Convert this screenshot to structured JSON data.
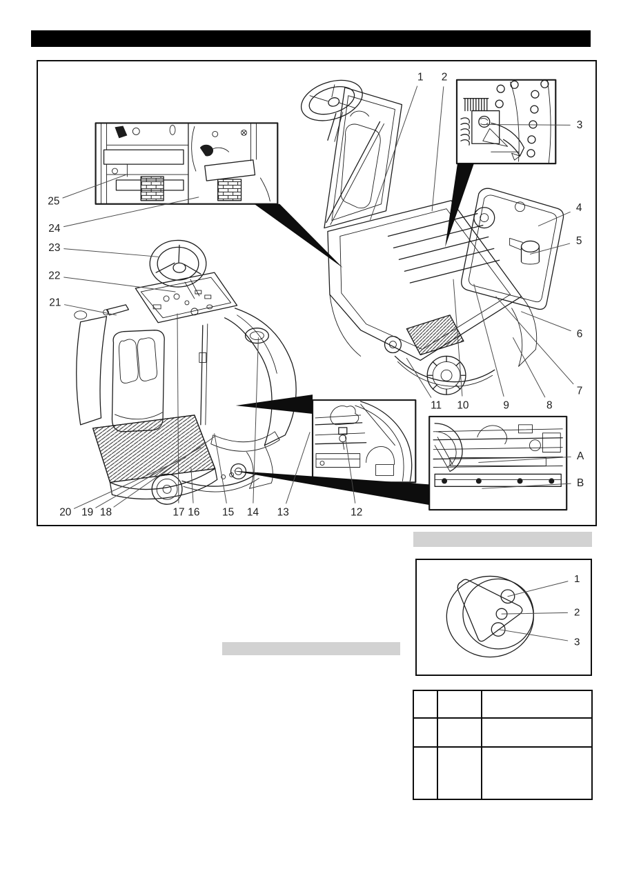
{
  "page": {
    "type": "scanned-manual-page",
    "title_bar_text": "",
    "colors": {
      "title_bar": "#000000",
      "heading_placeholder": "#d2d2d2",
      "line_art": "#1c1c1c",
      "background": "#ffffff"
    }
  },
  "figure1": {
    "description": "machine-overview-diagram",
    "callouts": [
      {
        "id": "c1",
        "label": "1"
      },
      {
        "id": "c2",
        "label": "2"
      },
      {
        "id": "c3",
        "label": "3"
      },
      {
        "id": "c4",
        "label": "4"
      },
      {
        "id": "c5",
        "label": "5"
      },
      {
        "id": "c6",
        "label": "6"
      },
      {
        "id": "c7",
        "label": "7"
      },
      {
        "id": "c8",
        "label": "8"
      },
      {
        "id": "c9",
        "label": "9"
      },
      {
        "id": "c10",
        "label": "10"
      },
      {
        "id": "c11",
        "label": "11"
      },
      {
        "id": "c12",
        "label": "12"
      },
      {
        "id": "c13",
        "label": "13"
      },
      {
        "id": "c14",
        "label": "14"
      },
      {
        "id": "c15",
        "label": "15"
      },
      {
        "id": "c16",
        "label": "16"
      },
      {
        "id": "c17",
        "label": "17"
      },
      {
        "id": "c18",
        "label": "18"
      },
      {
        "id": "c19",
        "label": "19"
      },
      {
        "id": "c20",
        "label": "20"
      },
      {
        "id": "c21",
        "label": "21"
      },
      {
        "id": "c22",
        "label": "22"
      },
      {
        "id": "c23",
        "label": "23"
      },
      {
        "id": "c24",
        "label": "24"
      },
      {
        "id": "c25",
        "label": "25"
      },
      {
        "id": "cA",
        "label": "A"
      },
      {
        "id": "cB",
        "label": "B"
      }
    ]
  },
  "figure2": {
    "description": "tank-coupling-detail-diagram",
    "callouts": [
      {
        "id": "k1",
        "label": "1"
      },
      {
        "id": "k2",
        "label": "2"
      },
      {
        "id": "k3",
        "label": "3"
      }
    ]
  },
  "table": {
    "cells": [
      [
        "",
        "",
        ""
      ],
      [
        "",
        "",
        ""
      ],
      [
        "",
        "",
        ""
      ]
    ]
  }
}
